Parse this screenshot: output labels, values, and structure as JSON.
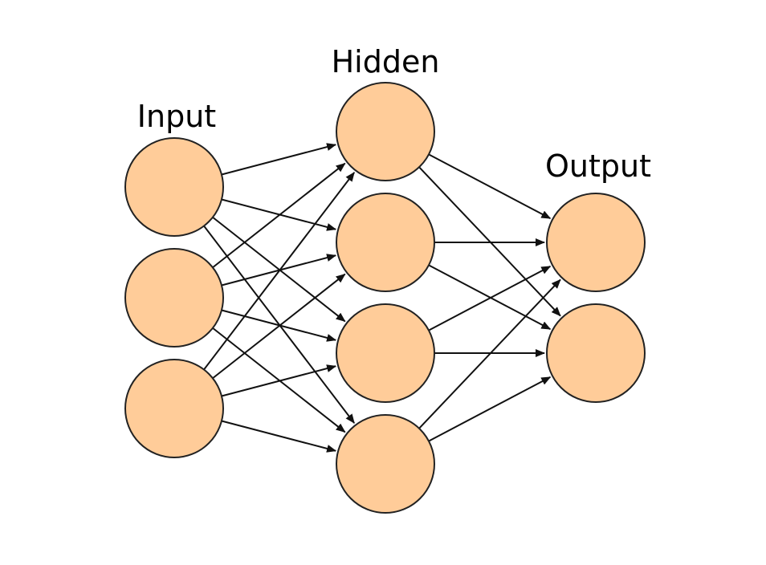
{
  "diagram": {
    "type": "feedforward-neural-network",
    "colors": {
      "node_fill": "#FFCC99",
      "node_stroke": "#222222",
      "edge_stroke": "#111111",
      "background": "#FFFFFF"
    },
    "layers": [
      {
        "id": "input",
        "label": "Input",
        "node_count": 3
      },
      {
        "id": "hidden",
        "label": "Hidden",
        "node_count": 4
      },
      {
        "id": "output",
        "label": "Output",
        "node_count": 2
      }
    ],
    "connectivity": "fully-connected"
  }
}
